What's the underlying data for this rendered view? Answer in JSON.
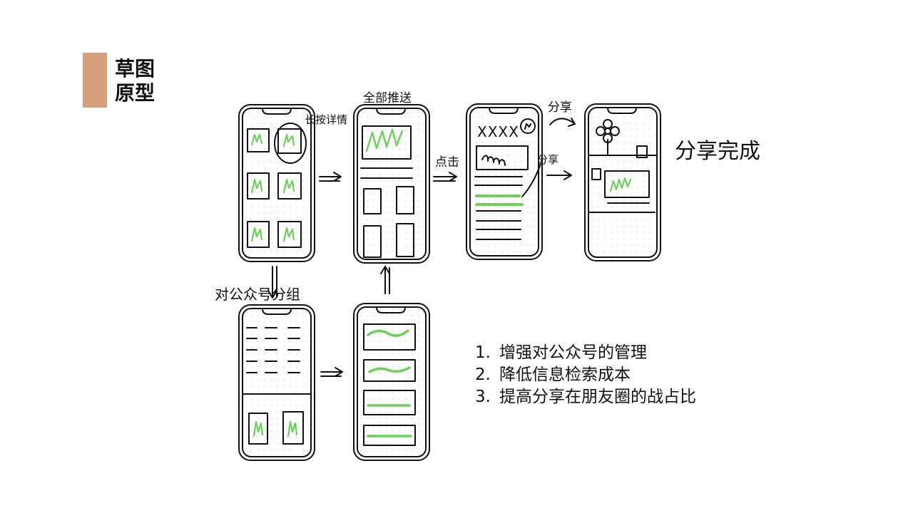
{
  "page": {
    "title_line1": "草图",
    "title_line2": "原型",
    "accent_color": "#d6a07f",
    "highlight_color": "#6dd159"
  },
  "annotations": {
    "long_press": "长按详情",
    "all_articles": "全部推送",
    "click": "点击",
    "xxxx": "XXXX",
    "share": "分享",
    "share_arrow": "分享",
    "share_done": "分享完成",
    "group": "对公众号分组"
  },
  "points": [
    {
      "num": "1.",
      "text": "增强对公众号的管理"
    },
    {
      "num": "2.",
      "text": "降低信息检索成本"
    },
    {
      "num": "3.",
      "text": "提高分享在朋友圈的战占比"
    }
  ]
}
